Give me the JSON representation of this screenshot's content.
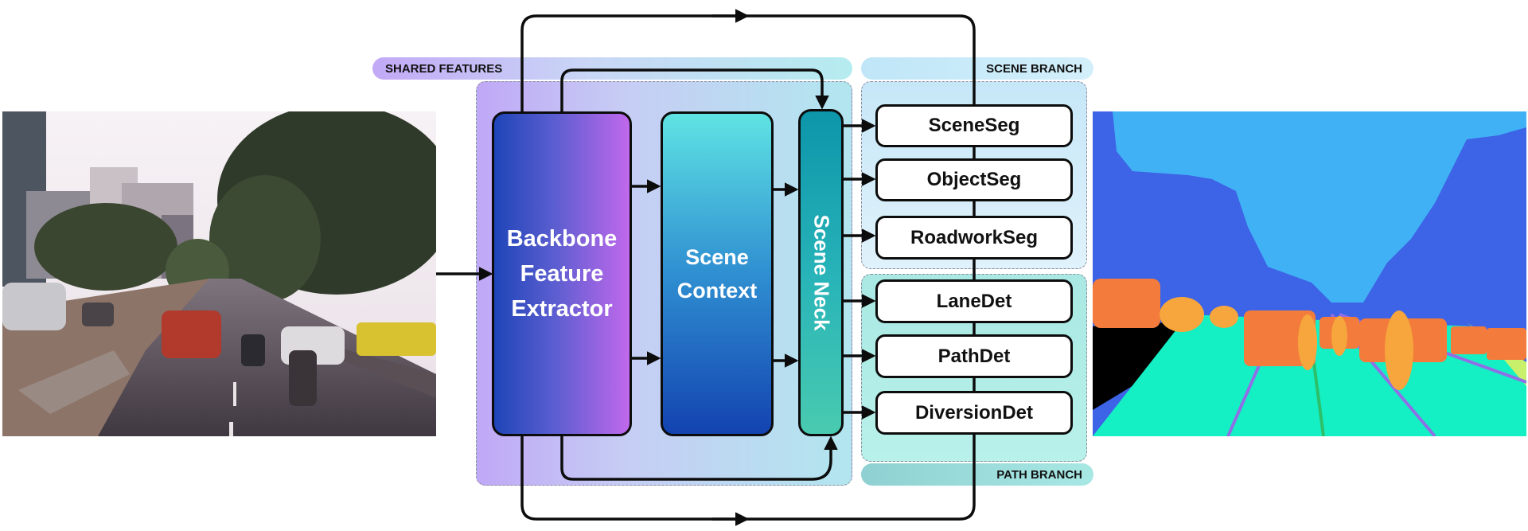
{
  "labels": {
    "shared": "SHARED FEATURES",
    "scene_branch": "SCENE BRANCH",
    "path_branch": "PATH BRANCH"
  },
  "blocks": {
    "backbone": [
      "Backbone",
      "Feature",
      "Extractor"
    ],
    "context": [
      "Scene",
      "Context"
    ],
    "neck": "Scene Neck"
  },
  "heads": {
    "scene": [
      "SceneSeg",
      "ObjectSeg",
      "RoadworkSeg"
    ],
    "path": [
      "LaneDet",
      "PathDet",
      "DiversionDet"
    ]
  },
  "colors": {
    "line": "#0c0c0c",
    "segmentation": {
      "sky_building": "#41b1f5",
      "background": "#3d63e6",
      "road": "#14f0c4",
      "vehicles": "#f37b3b",
      "people": "#f6a63c",
      "lane": "#8f6fe6"
    }
  }
}
